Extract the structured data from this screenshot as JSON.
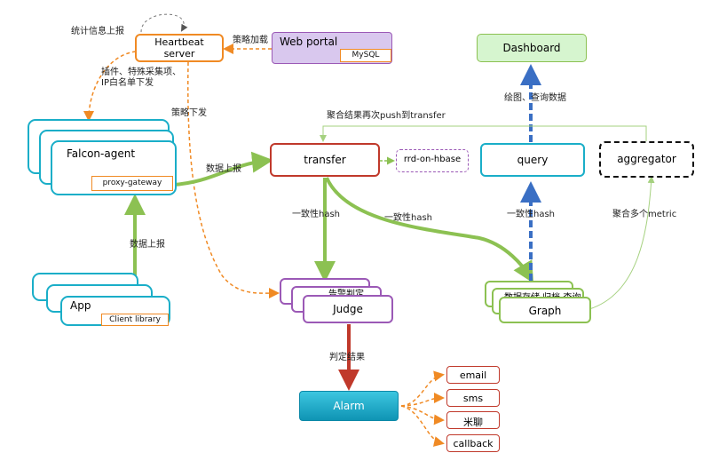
{
  "nodes": {
    "heartbeat": "Heartbeat\nserver",
    "web_portal": "Web portal",
    "mysql": "MySQL",
    "dashboard": "Dashboard",
    "falcon_agent": "Falcon-agent",
    "proxy_gateway": "proxy-gateway",
    "transfer": "transfer",
    "rrd_hbase": "rrd-on-hbase",
    "query": "query",
    "aggregator": "aggregator",
    "app": "App",
    "client_library": "Client library",
    "judge": "Judge",
    "judge_back": "告警判定",
    "graph": "Graph",
    "graph_back": "数据存储 归档 查询",
    "alarm": "Alarm",
    "email": "email",
    "sms": "sms",
    "mi_chat": "米聊",
    "callback": "callback"
  },
  "edge_labels": {
    "stats_report": "统计信息上报",
    "policy_load": "策略加载",
    "plugin_push": "插件、特殊采集项、\nIP白名单下发",
    "policy_push": "策略下发",
    "draw_query": "绘图、查询数据",
    "agg_push": "聚合结果再次push到transfer",
    "data_report_agent": "数据上报",
    "hash_judge": "一致性hash",
    "hash_graph": "一致性hash",
    "hash_query": "一致性hash",
    "agg_metric": "聚合多个metric",
    "data_report_app": "数据上报",
    "judge_result": "判定结果"
  },
  "colors": {
    "teal": "#1aaec8",
    "orange": "#f08a24",
    "green": "#8cc152",
    "red": "#c0392b",
    "blue": "#3a6fc4",
    "purple": "#9b59b6",
    "lavender": "#d9c8ee",
    "mint": "#d6f5cf"
  }
}
